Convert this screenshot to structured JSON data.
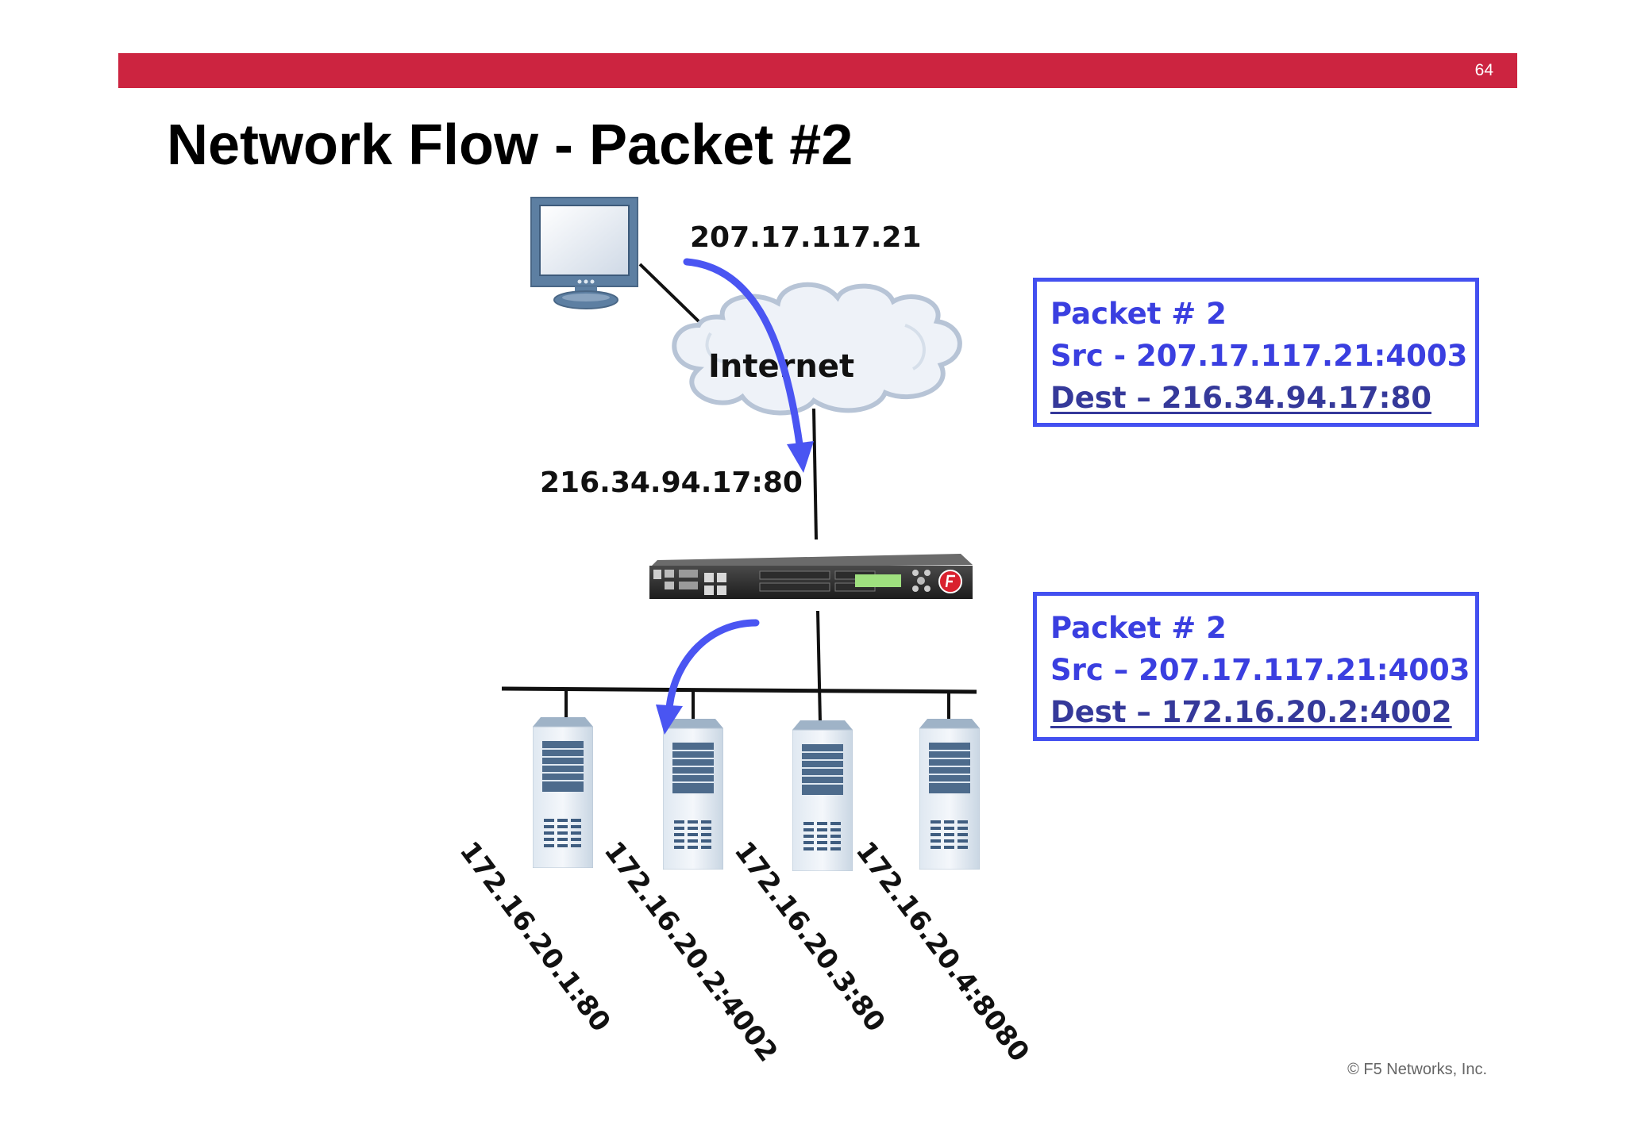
{
  "header": {
    "page_number": "64",
    "bar_color": "#cc2440"
  },
  "slide": {
    "title": "Network Flow - Packet #2"
  },
  "diagram": {
    "client_ip": "207.17.117.21",
    "cloud_label": "Internet",
    "virtual_server": "216.34.94.17:80",
    "servers": [
      {
        "address": "172.16.20.1:80"
      },
      {
        "address": "172.16.20.2:4002"
      },
      {
        "address": "172.16.20.3:80"
      },
      {
        "address": "172.16.20.4:8080"
      }
    ],
    "arrow_color": "#4a55f2"
  },
  "packet_before": {
    "title": "Packet # 2",
    "src": "Src - 207.17.117.21:4003",
    "dest": "Dest – 216.34.94.17:80"
  },
  "packet_after": {
    "title": "Packet # 2",
    "src": "Src – 207.17.117.21:4003",
    "dest": "Dest – 172.16.20.2:4002"
  },
  "footer": {
    "copyright": "© F5 Networks, Inc."
  }
}
